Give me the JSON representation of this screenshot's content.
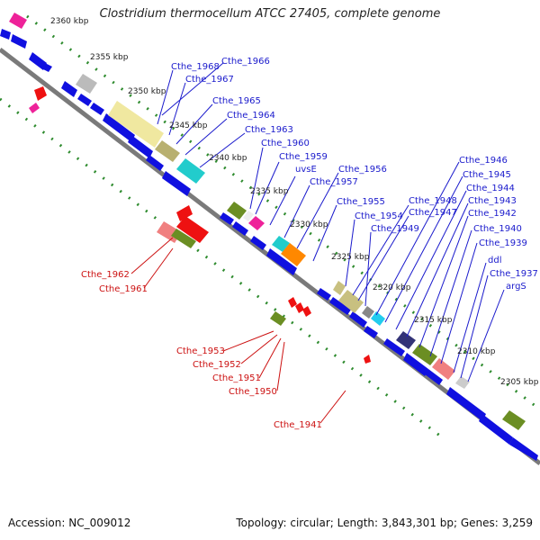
{
  "title": "Clostridium thermocellum ATCC 27405, complete genome",
  "accession_text": "Accession: NC_009012",
  "summary_text": "Topology: circular; Length: 3,843,301 bp; Genes: 3,259",
  "colors": {
    "backbone": "#7a7a7a",
    "cds_blue": "#1010e0",
    "rev_red": "#ee1111",
    "label_blue": "#1a1acc",
    "label_red": "#cc1111",
    "tick_green": "#2e8b2e"
  },
  "kbp_ticks": [
    {
      "label": "2360 kbp"
    },
    {
      "label": "2355 kbp"
    },
    {
      "label": "2350 kbp"
    },
    {
      "label": "2345 kbp"
    },
    {
      "label": "2340 kbp"
    },
    {
      "label": "2335 kbp"
    },
    {
      "label": "2330 kbp"
    },
    {
      "label": "2325 kbp"
    },
    {
      "label": "2320 kbp"
    },
    {
      "label": "2315 kbp"
    },
    {
      "label": "2310 kbp"
    },
    {
      "label": "2305 kbp"
    }
  ],
  "blue_labels": [
    "Cthe_1968",
    "Cthe_1966",
    "Cthe_1967",
    "Cthe_1965",
    "Cthe_1964",
    "Cthe_1963",
    "Cthe_1960",
    "Cthe_1959",
    "uvsE",
    "Cthe_1957",
    "Cthe_1956",
    "Cthe_1955",
    "Cthe_1954",
    "Cthe_1948",
    "Cthe_1947",
    "Cthe_1949",
    "Cthe_1946",
    "Cthe_1945",
    "Cthe_1944",
    "Cthe_1943",
    "Cthe_1942",
    "Cthe_1940",
    "Cthe_1939",
    "ddl",
    "Cthe_1937",
    "argS"
  ],
  "red_labels": [
    "Cthe_1962",
    "Cthe_1961",
    "Cthe_1953",
    "Cthe_1952",
    "Cthe_1951",
    "Cthe_1950",
    "Cthe_1941"
  ]
}
